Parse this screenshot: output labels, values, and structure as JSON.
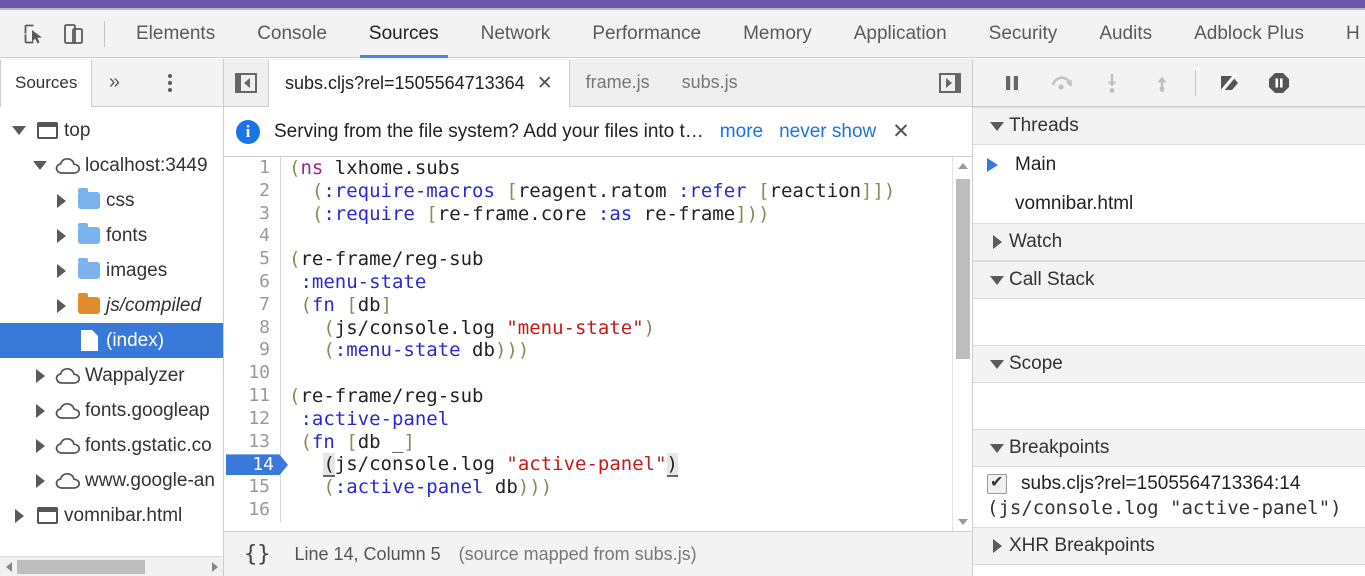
{
  "window": {
    "accent_purple": "#6b55ab",
    "accent_blue": "#3879d9",
    "tab_underline": "#4285f4"
  },
  "main_tabbar": {
    "inspect_icon": "inspect-cursor-icon",
    "device_icon": "device-toolbar-icon",
    "tabs": [
      {
        "label": "Elements",
        "active": false
      },
      {
        "label": "Console",
        "active": false
      },
      {
        "label": "Sources",
        "active": true
      },
      {
        "label": "Network",
        "active": false
      },
      {
        "label": "Performance",
        "active": false
      },
      {
        "label": "Memory",
        "active": false
      },
      {
        "label": "Application",
        "active": false
      },
      {
        "label": "Security",
        "active": false
      },
      {
        "label": "Audits",
        "active": false
      },
      {
        "label": "Adblock Plus",
        "active": false
      },
      {
        "label": "H",
        "active": false
      }
    ]
  },
  "navigator": {
    "tab_label": "Sources",
    "more_label": "»",
    "kebab_icon": "more-options-icon",
    "tree": [
      {
        "label": "top",
        "indent": 0,
        "twisty": "down",
        "icon": "frame",
        "selected": false,
        "italic": false
      },
      {
        "label": "localhost:3449",
        "indent": 1,
        "twisty": "down",
        "icon": "cloud",
        "selected": false,
        "italic": false
      },
      {
        "label": "css",
        "indent": 2,
        "twisty": "right",
        "icon": "folder",
        "selected": false,
        "italic": false
      },
      {
        "label": "fonts",
        "indent": 2,
        "twisty": "right",
        "icon": "folder",
        "selected": false,
        "italic": false
      },
      {
        "label": "images",
        "indent": 2,
        "twisty": "right",
        "icon": "folder",
        "selected": false,
        "italic": false
      },
      {
        "label": "js/compiled",
        "indent": 2,
        "twisty": "right",
        "icon": "folder-orange",
        "selected": false,
        "italic": true
      },
      {
        "label": "(index)",
        "indent": 2,
        "twisty": "none",
        "icon": "file",
        "selected": true,
        "italic": false
      },
      {
        "label": "Wappalyzer",
        "indent": 1,
        "twisty": "right",
        "icon": "cloud",
        "selected": false,
        "italic": false
      },
      {
        "label": "fonts.googleap",
        "indent": 1,
        "twisty": "right",
        "icon": "cloud",
        "selected": false,
        "italic": false
      },
      {
        "label": "fonts.gstatic.co",
        "indent": 1,
        "twisty": "right",
        "icon": "cloud",
        "selected": false,
        "italic": false
      },
      {
        "label": "www.google-an",
        "indent": 1,
        "twisty": "right",
        "icon": "cloud",
        "selected": false,
        "italic": false
      },
      {
        "label": "vomnibar.html",
        "indent": 0,
        "twisty": "right",
        "icon": "frame",
        "selected": false,
        "italic": false
      }
    ],
    "hscroll_left_icon": "scroll-left-arrow-icon",
    "hscroll_right_icon": "scroll-right-arrow-icon"
  },
  "editor": {
    "prev_pane_icon": "show-navigator-icon",
    "next_pane_icon": "show-debugger-icon",
    "tabs": [
      {
        "label": "subs.cljs?rel=1505564713364",
        "active": true,
        "close": "✕"
      },
      {
        "label": "frame.js",
        "active": false,
        "close": ""
      },
      {
        "label": "subs.js",
        "active": false,
        "close": ""
      }
    ],
    "infobar": {
      "icon": "info-circle-icon",
      "text": "Serving from the file system? Add your files into t…",
      "more_label": "more",
      "never_show_label": "never show",
      "close_label": "✕"
    },
    "breakpoint_line": 14,
    "code_lines": [
      {
        "n": 1,
        "tokens": [
          {
            "t": "(",
            "c": "paren"
          },
          {
            "t": "ns",
            "c": "kw"
          },
          {
            "t": " lxhome.subs",
            "c": "sym"
          }
        ]
      },
      {
        "n": 2,
        "tokens": [
          {
            "t": "  (",
            "c": "paren"
          },
          {
            "t": ":require-macros",
            "c": "kwd"
          },
          {
            "t": " ",
            "c": "sym"
          },
          {
            "t": "[",
            "c": "brk"
          },
          {
            "t": "reagent.ratom ",
            "c": "sym"
          },
          {
            "t": ":refer",
            "c": "kwd"
          },
          {
            "t": " ",
            "c": "sym"
          },
          {
            "t": "[",
            "c": "brk"
          },
          {
            "t": "reaction",
            "c": "sym"
          },
          {
            "t": "]])",
            "c": "brk"
          }
        ]
      },
      {
        "n": 3,
        "tokens": [
          {
            "t": "  (",
            "c": "paren"
          },
          {
            "t": ":require",
            "c": "kwd"
          },
          {
            "t": " ",
            "c": "sym"
          },
          {
            "t": "[",
            "c": "brk"
          },
          {
            "t": "re-frame.core ",
            "c": "sym"
          },
          {
            "t": ":as",
            "c": "kwd"
          },
          {
            "t": " re-frame",
            "c": "sym"
          },
          {
            "t": "]))",
            "c": "brk"
          }
        ]
      },
      {
        "n": 4,
        "tokens": []
      },
      {
        "n": 5,
        "tokens": [
          {
            "t": "(",
            "c": "paren"
          },
          {
            "t": "re-frame/reg-sub",
            "c": "sym"
          }
        ]
      },
      {
        "n": 6,
        "tokens": [
          {
            "t": " ",
            "c": "sym"
          },
          {
            "t": ":menu-state",
            "c": "kwd"
          }
        ]
      },
      {
        "n": 7,
        "tokens": [
          {
            "t": " (",
            "c": "paren"
          },
          {
            "t": "fn",
            "c": "kwd"
          },
          {
            "t": " ",
            "c": "sym"
          },
          {
            "t": "[",
            "c": "brk"
          },
          {
            "t": "db",
            "c": "sym"
          },
          {
            "t": "]",
            "c": "brk"
          }
        ]
      },
      {
        "n": 8,
        "tokens": [
          {
            "t": "   (",
            "c": "paren"
          },
          {
            "t": "js/console.log ",
            "c": "sym"
          },
          {
            "t": "\"menu-state\"",
            "c": "str"
          },
          {
            "t": ")",
            "c": "paren"
          }
        ]
      },
      {
        "n": 9,
        "tokens": [
          {
            "t": "   (",
            "c": "paren"
          },
          {
            "t": ":menu-state",
            "c": "kwd"
          },
          {
            "t": " db",
            "c": "sym"
          },
          {
            "t": ")))",
            "c": "paren"
          }
        ]
      },
      {
        "n": 10,
        "tokens": []
      },
      {
        "n": 11,
        "tokens": [
          {
            "t": "(",
            "c": "paren"
          },
          {
            "t": "re-frame/reg-sub",
            "c": "sym"
          }
        ]
      },
      {
        "n": 12,
        "tokens": [
          {
            "t": " ",
            "c": "sym"
          },
          {
            "t": ":active-panel",
            "c": "kwd"
          }
        ]
      },
      {
        "n": 13,
        "tokens": [
          {
            "t": " (",
            "c": "paren"
          },
          {
            "t": "fn",
            "c": "kwd"
          },
          {
            "t": " ",
            "c": "sym"
          },
          {
            "t": "[",
            "c": "brk"
          },
          {
            "t": "db _",
            "c": "sym"
          },
          {
            "t": "]",
            "c": "brk"
          }
        ]
      },
      {
        "n": 14,
        "tokens": [
          {
            "t": "   ",
            "c": "sym"
          },
          {
            "t": "(",
            "c": "match"
          },
          {
            "t": "js/console.log ",
            "c": "sym"
          },
          {
            "t": "\"active-panel\"",
            "c": "str"
          },
          {
            "t": ")",
            "c": "match"
          }
        ]
      },
      {
        "n": 15,
        "tokens": [
          {
            "t": "   (",
            "c": "paren"
          },
          {
            "t": ":active-panel",
            "c": "kwd"
          },
          {
            "t": " db",
            "c": "sym"
          },
          {
            "t": ")))",
            "c": "paren"
          }
        ]
      },
      {
        "n": 16,
        "tokens": []
      }
    ],
    "status": {
      "pretty_print_icon": "{}",
      "position": "Line 14, Column 5",
      "source_map": "(source mapped from subs.js)"
    },
    "scroll_up_icon": "scroll-up-arrow-icon",
    "scroll_down_icon": "scroll-down-arrow-icon"
  },
  "debugger": {
    "toolbar": [
      {
        "name": "resume-pause-button",
        "icon": "pause-icon"
      },
      {
        "name": "step-over-button",
        "icon": "step-over-icon"
      },
      {
        "name": "step-into-button",
        "icon": "step-into-icon"
      },
      {
        "name": "step-out-button",
        "icon": "step-out-icon"
      },
      {
        "name": "deactivate-breakpoints-button",
        "icon": "breakpoint-slash-icon"
      },
      {
        "name": "pause-on-exceptions-button",
        "icon": "pause-on-exceptions-icon"
      }
    ],
    "sections": [
      {
        "title": "Threads",
        "expanded": true
      },
      {
        "title": "Watch",
        "expanded": false
      },
      {
        "title": "Call Stack",
        "expanded": true
      },
      {
        "title": "Scope",
        "expanded": true
      },
      {
        "title": "Breakpoints",
        "expanded": true
      },
      {
        "title": "XHR Breakpoints",
        "expanded": false
      }
    ],
    "threads": [
      {
        "label": "Main",
        "selected": true
      },
      {
        "label": "vomnibar.html",
        "selected": false
      }
    ],
    "breakpoints": [
      {
        "checked": true,
        "title": "subs.cljs?rel=1505564713364:14",
        "code": "(js/console.log \"active-panel\")"
      }
    ]
  }
}
